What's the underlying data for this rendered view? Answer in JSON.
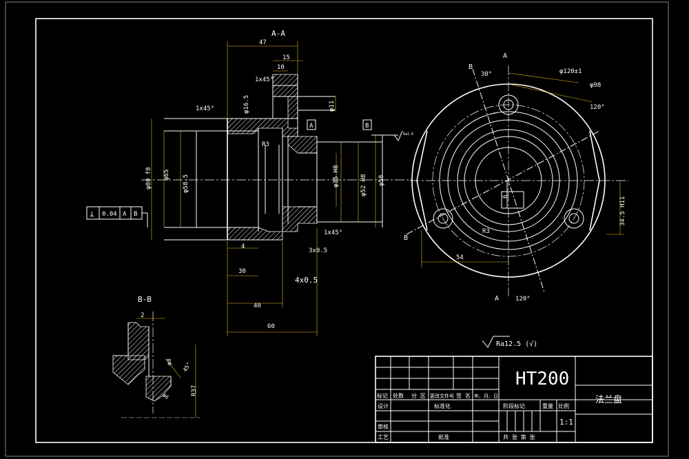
{
  "drawing": {
    "section_aa_label": "A-A",
    "section_bb_label": "B-B",
    "view_marks": {
      "a": "A",
      "b": "B"
    }
  },
  "dims_section": {
    "d47": "47",
    "d15": "15",
    "d10": "10",
    "c1x45_top": "1x45°",
    "c1x45_left": "1x45°",
    "phi16_5": "φ16.5",
    "phi11": "φ11",
    "r3": "R3",
    "phi80": "φ80 f8",
    "phi65": "φ65",
    "phi58": "φ58.5",
    "phi35": "φ35 H8",
    "phi52": "φ52 H8",
    "phi58r": "φ58",
    "d4": "4",
    "d30": "30",
    "d40": "40",
    "d60": "60",
    "g4x05": "4x0.5",
    "g3x05": "3x0.5",
    "c1x45_b": "1x45°",
    "tol_sym": "⊥",
    "tol_val": "0.04",
    "tol_a": "A",
    "tol_b": "B",
    "datum_a": "A",
    "datum_b": "B",
    "rough_sm": "Ra1.6"
  },
  "dims_plan": {
    "phi120": "φ120±1",
    "phi98": "φ98",
    "ang120a": "120°",
    "ang120b": "120°",
    "ang30": "30°",
    "d54": "54",
    "d34": "34.5 H11",
    "r3": "R3",
    "d6": "6"
  },
  "dims_bb": {
    "d2": "2",
    "phi8": "φ8",
    "ang45": "45°",
    "r37": "R37",
    "phi6": "φ6"
  },
  "roughness_note": "Ra12.5 (√)",
  "title_block": {
    "material": "HT200",
    "part_name": "法兰盘",
    "scale": "1:1",
    "row_labels": [
      "标记",
      "处数",
      "分 区",
      "更改文件号",
      "签 名",
      "年、月、日"
    ],
    "design": "设计",
    "standardize": "标准化",
    "check": "审核",
    "process": "工艺",
    "approve": "批准",
    "stage_mark": "阶段标记",
    "weight": "重量",
    "ratio": "比例",
    "sheets": "共   张 第   张"
  }
}
